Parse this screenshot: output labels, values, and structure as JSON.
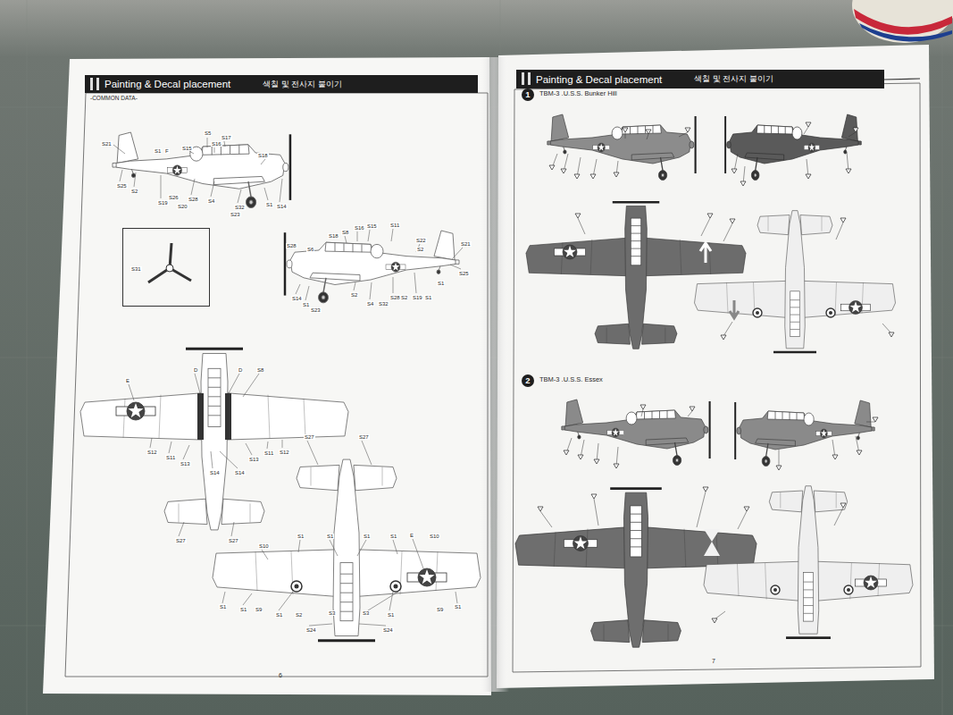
{
  "diagram": {
    "nodes": [
      {
        "text": [
          "Painting & Decal placement",
          "색칠 및 전사지 붙이기"
        ]
      },
      {
        "text": [
          "S31"
        ]
      },
      {
        "text": [
          "Painting & Decal placement",
          "색칠 및 전사지 붙이기"
        ]
      },
      {
        "text": [
          "1"
        ]
      },
      {
        "text": [
          "2"
        ]
      }
    ],
    "labels": [
      "-COMMON DATA-",
      "S21",
      "S5",
      "S17",
      "S15",
      "S16",
      "S1",
      "F",
      "S18",
      "S25",
      "S2",
      "S19",
      "S26",
      "S20",
      "S28",
      "S4",
      "S32",
      "S23",
      "S1",
      "S14",
      "S28",
      "S6",
      "S18",
      "S8",
      "S16",
      "S15",
      "S11",
      "S22",
      "S2",
      "S21",
      "S25",
      "S1",
      "S14",
      "S1",
      "S23",
      "S2",
      "S4",
      "S32",
      "S28",
      "S2",
      "S19",
      "S1",
      "E",
      "D",
      "D",
      "S8",
      "S12",
      "S11",
      "S13",
      "S14",
      "S14",
      "S13",
      "S11",
      "S12",
      "S27",
      "S27",
      "S27",
      "S27",
      "S10",
      "S1",
      "S1",
      "S1",
      "S1",
      "E",
      "S10",
      "S1",
      "S1",
      "S9",
      "S1",
      "S2",
      "S3",
      "S3",
      "S1",
      "S9",
      "S1",
      "S24",
      "S24",
      "6",
      "TBM-3 .U.S.S. Bunker Hill",
      "TBM-3 .U.S.S. Essex",
      "7"
    ]
  }
}
